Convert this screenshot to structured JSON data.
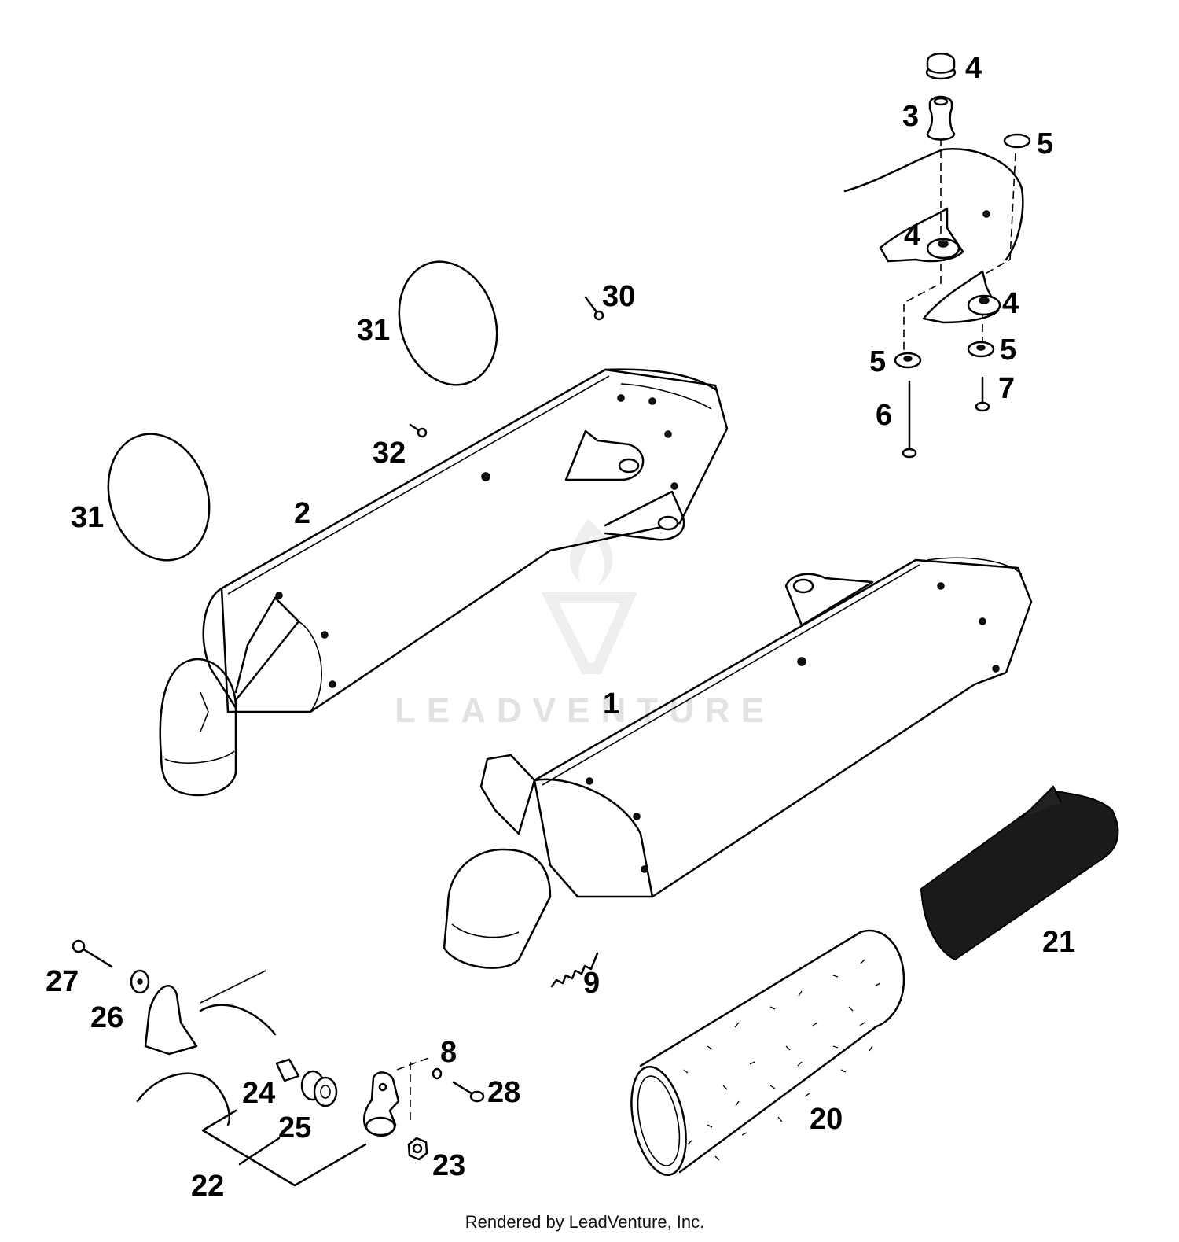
{
  "watermark": {
    "text": "LEADVENTURE"
  },
  "footer": {
    "credit": "Rendered by LeadVenture, Inc."
  },
  "callouts": [
    {
      "id": "c-4a",
      "text": "4"
    },
    {
      "id": "c-3",
      "text": "3"
    },
    {
      "id": "c-5a",
      "text": "5"
    },
    {
      "id": "c-4b",
      "text": "4"
    },
    {
      "id": "c-4c",
      "text": "4"
    },
    {
      "id": "c-5b",
      "text": "5"
    },
    {
      "id": "c-5c",
      "text": "5"
    },
    {
      "id": "c-7",
      "text": "7"
    },
    {
      "id": "c-6",
      "text": "6"
    },
    {
      "id": "c-30",
      "text": "30"
    },
    {
      "id": "c-31a",
      "text": "31"
    },
    {
      "id": "c-32",
      "text": "32"
    },
    {
      "id": "c-31b",
      "text": "31"
    },
    {
      "id": "c-2",
      "text": "2"
    },
    {
      "id": "c-1",
      "text": "1"
    },
    {
      "id": "c-21",
      "text": "21"
    },
    {
      "id": "c-9",
      "text": "9"
    },
    {
      "id": "c-27",
      "text": "27"
    },
    {
      "id": "c-26",
      "text": "26"
    },
    {
      "id": "c-8",
      "text": "8"
    },
    {
      "id": "c-28",
      "text": "28"
    },
    {
      "id": "c-24",
      "text": "24"
    },
    {
      "id": "c-25",
      "text": "25"
    },
    {
      "id": "c-20",
      "text": "20"
    },
    {
      "id": "c-23",
      "text": "23"
    },
    {
      "id": "c-22",
      "text": "22"
    }
  ]
}
